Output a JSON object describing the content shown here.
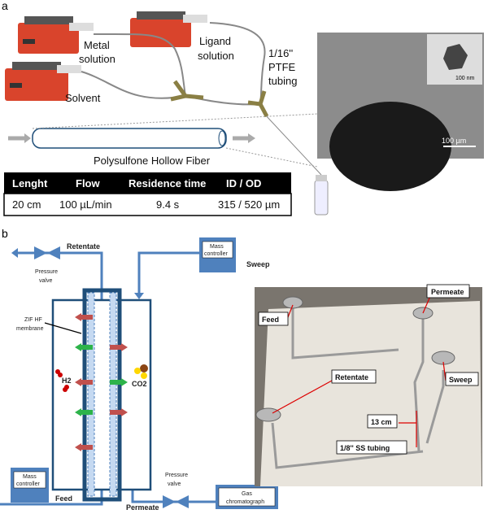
{
  "panel_a": {
    "letter": "a",
    "labels": {
      "metal": [
        "Metal",
        "solution"
      ],
      "ligand": [
        "Ligand",
        "solution"
      ],
      "solvent": "Solvent",
      "tubing": [
        "1/16''",
        "PTFE",
        "tubing"
      ],
      "fiber": "Polysulfone Hollow Fiber"
    },
    "table": {
      "headers": [
        "Lenght",
        "Flow",
        "Residence time",
        "ID / OD"
      ],
      "row": [
        "20 cm",
        "100 µL/min",
        "9.4 s",
        "315 / 520 µm"
      ]
    },
    "sem": {
      "scale_main": "100 µm",
      "scale_inset": "100 nm"
    }
  },
  "panel_b": {
    "letter": "b",
    "labels": {
      "retentate": "Retentate",
      "pressure_valve": [
        "Pressure",
        "valve"
      ],
      "mass_controller": [
        "Mass",
        "controller"
      ],
      "sweep": "Sweep",
      "membrane": [
        "ZIF HF",
        "membrane"
      ],
      "h2": "H2",
      "co2": "CO2",
      "feed": "Feed",
      "permeate": "Permeate",
      "gc": [
        "Gas",
        "chromatograph"
      ]
    },
    "photo_labels": {
      "feed": "Feed",
      "permeate": "Permeate",
      "retentate": "Retentate",
      "sweep": "Sweep",
      "length": "13 cm",
      "tubing": "1/8'' SS tubing"
    },
    "colors": {
      "pipe": "#4f81bd",
      "arrow_red": "#c0504d",
      "arrow_green": "#2db34a"
    }
  }
}
